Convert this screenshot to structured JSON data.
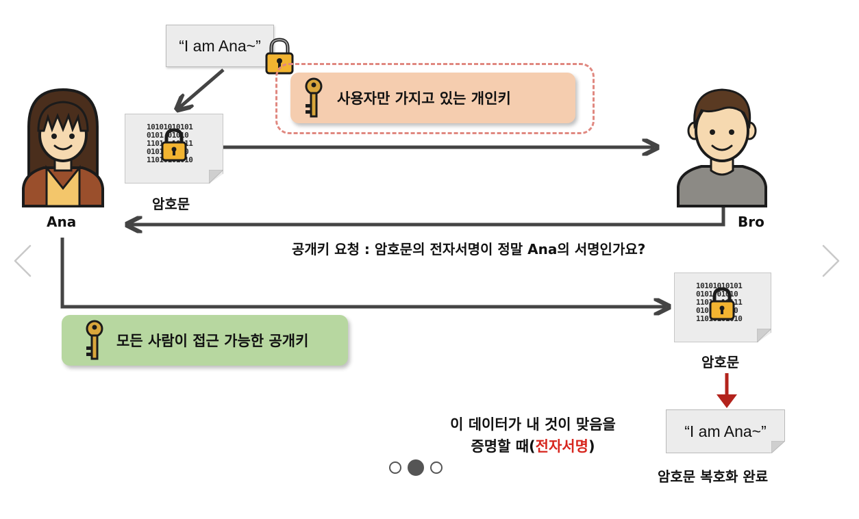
{
  "actors": {
    "ana": {
      "name": "Ana"
    },
    "bro": {
      "name": "Bro"
    }
  },
  "notes": {
    "top_message": "“I am Ana~”",
    "bottom_message": "“I am Ana~”"
  },
  "docs": {
    "cipher_top_label": "암호문",
    "cipher_right_label": "암호문",
    "decrypt_done_label": "암호문 복호화 완료"
  },
  "keys": {
    "private_key_label": "사용자만 가지고 있는 개인키",
    "public_key_label": "모든 사람이 접근 가능한 공개키"
  },
  "request": {
    "text": "공개키 요청 : 암호문의 전자서명이 정말 Ana의 서명인가요?"
  },
  "caption": {
    "line1": "이 데이터가 내 것이 맞음을",
    "line2_prefix": "증명할 때(",
    "line2_highlight": "전자서명",
    "line2_suffix": ")"
  },
  "bits_pattern": "10101010101\n0101 01010\n1101  10111\n0101 01010\n11010101010",
  "carousel": {
    "dots": [
      {
        "active": false
      },
      {
        "active": true
      },
      {
        "active": false
      }
    ]
  },
  "icons": {
    "lock": "lock-icon",
    "key": "key-icon",
    "prev": "chevron-left-icon",
    "next": "chevron-right-icon"
  },
  "colors": {
    "arrow": "#444444",
    "red_arrow": "#b3231c",
    "private_key_bg": "#f5cdaf",
    "public_key_bg": "#b7d7a0",
    "dashed_border": "#e08880",
    "highlight": "#d7261e",
    "lock_body": "#f2b431"
  }
}
